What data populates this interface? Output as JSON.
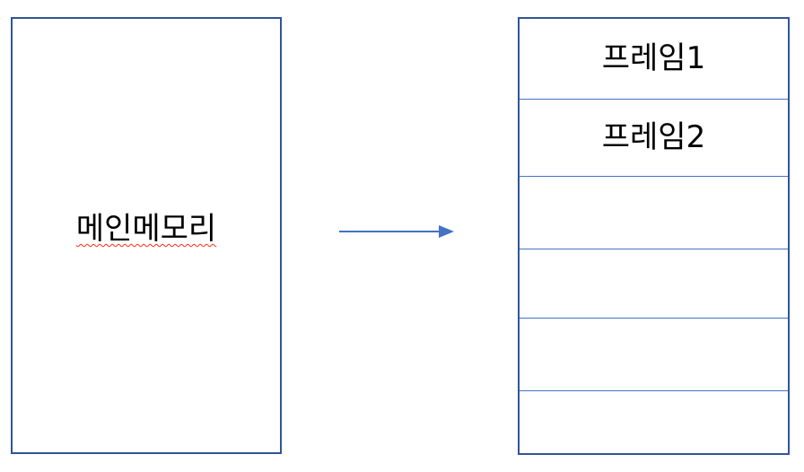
{
  "diagram": {
    "main_memory_label": "메인메모리",
    "frames": [
      {
        "label": "프레임1"
      },
      {
        "label": "프레임2"
      },
      {
        "label": ""
      },
      {
        "label": ""
      },
      {
        "label": ""
      },
      {
        "label": ""
      }
    ],
    "colors": {
      "outer_border": "#2F5597",
      "inner_divider": "#4472C4",
      "arrow": "#4472C4",
      "text": "#000000",
      "spellcheck_underline": "#FF2A1A",
      "background": "#FFFFFF"
    }
  }
}
